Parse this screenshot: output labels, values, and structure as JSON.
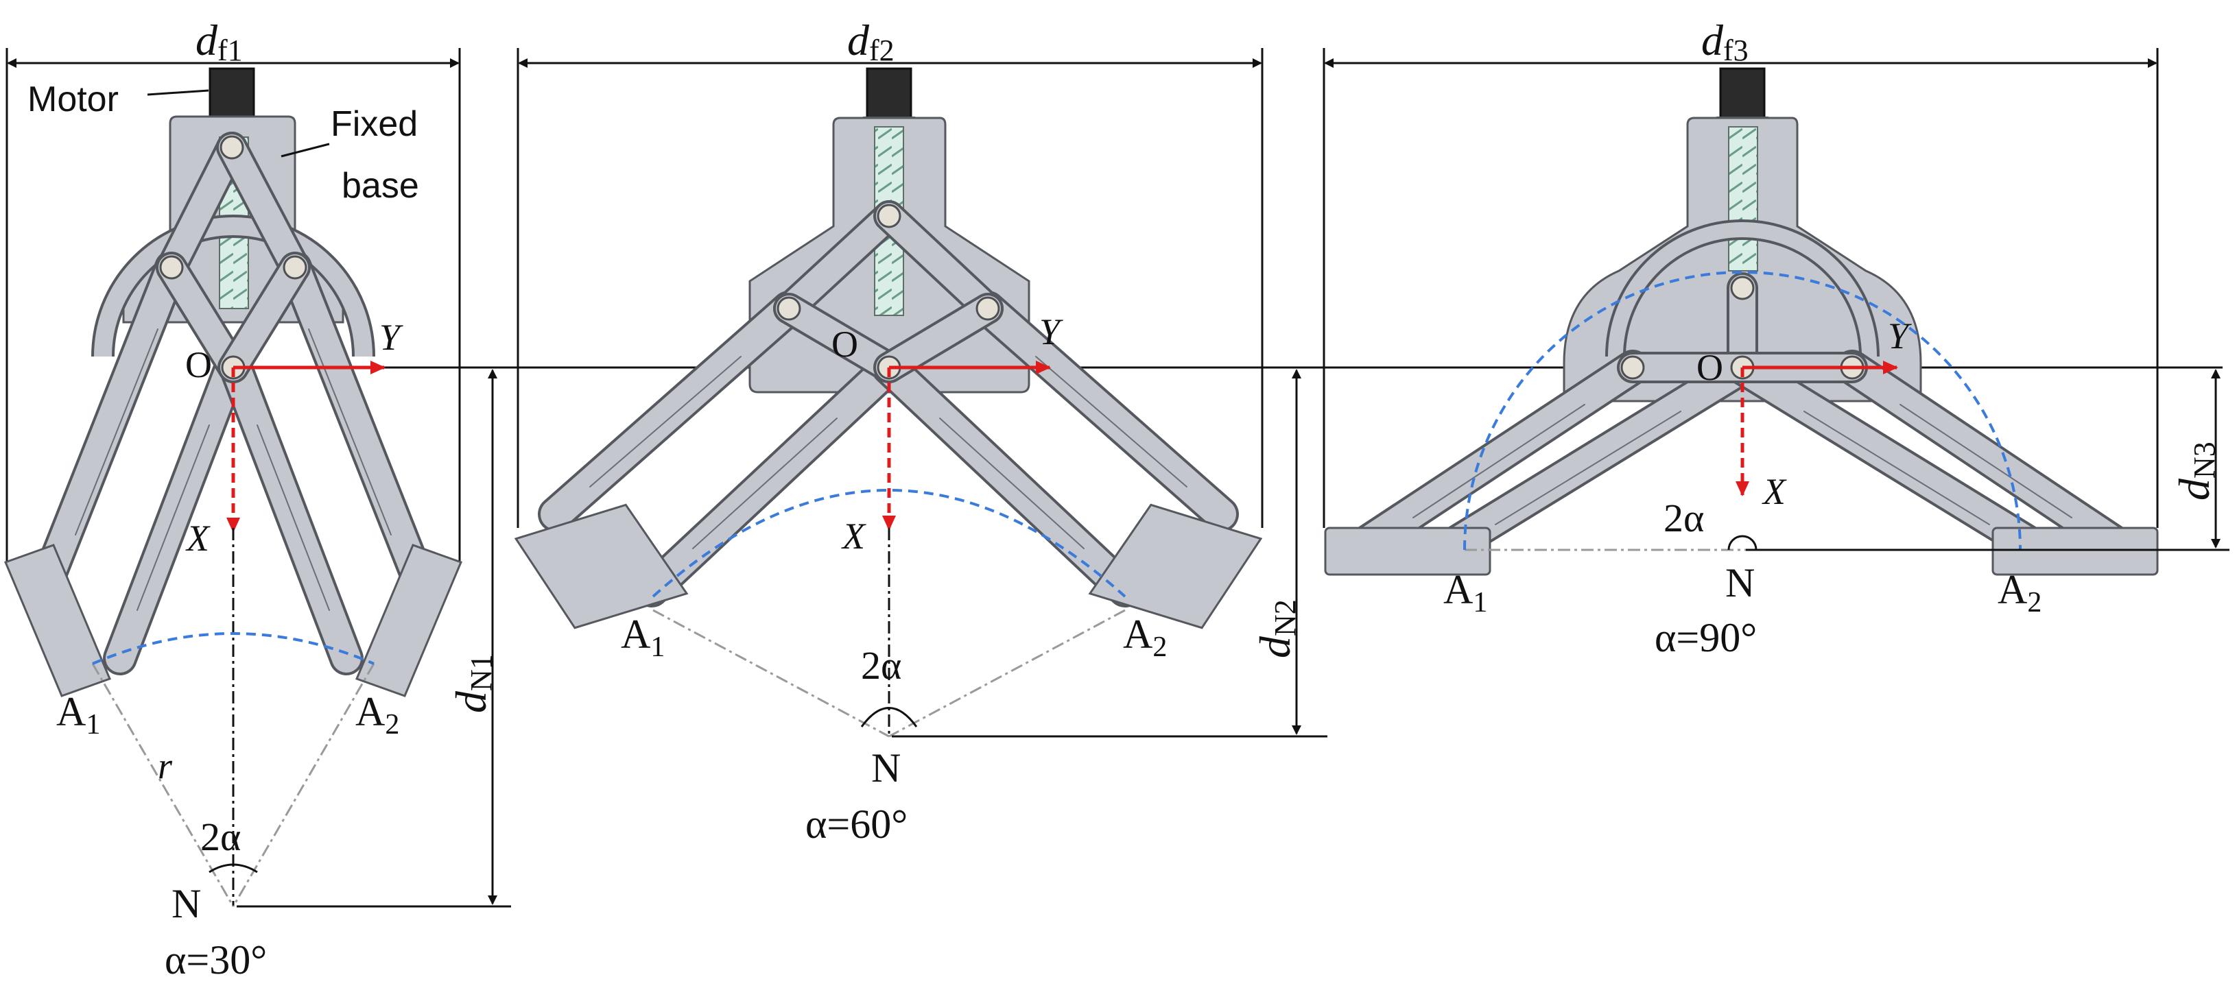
{
  "labels": {
    "motor": "Motor",
    "fixed_base_line1": "Fixed",
    "fixed_base_line2": "base",
    "origin": "O",
    "axis_x": "X",
    "axis_y": "Y",
    "a1_main": "A",
    "a2_main": "A",
    "sub1": "1",
    "sub2": "2",
    "n_point": "N",
    "r": "r",
    "two_alpha": "2α"
  },
  "panels": [
    {
      "id": "p1",
      "df_main": "d",
      "df_sub": "f1",
      "dn_main": "d",
      "dn_sub": "N1",
      "alpha_label": "α=30°"
    },
    {
      "id": "p2",
      "df_main": "d",
      "df_sub": "f2",
      "dn_main": "d",
      "dn_sub": "N2",
      "alpha_label": "α=60°"
    },
    {
      "id": "p3",
      "df_main": "d",
      "df_sub": "f3",
      "dn_main": "d",
      "dn_sub": "N3",
      "alpha_label": "α=90°"
    }
  ],
  "colors": {
    "axis": "#e01b1b",
    "arc": "#3b7bdc",
    "part": "#c4c7cd",
    "outline": "#55595f",
    "line": "#111111"
  }
}
